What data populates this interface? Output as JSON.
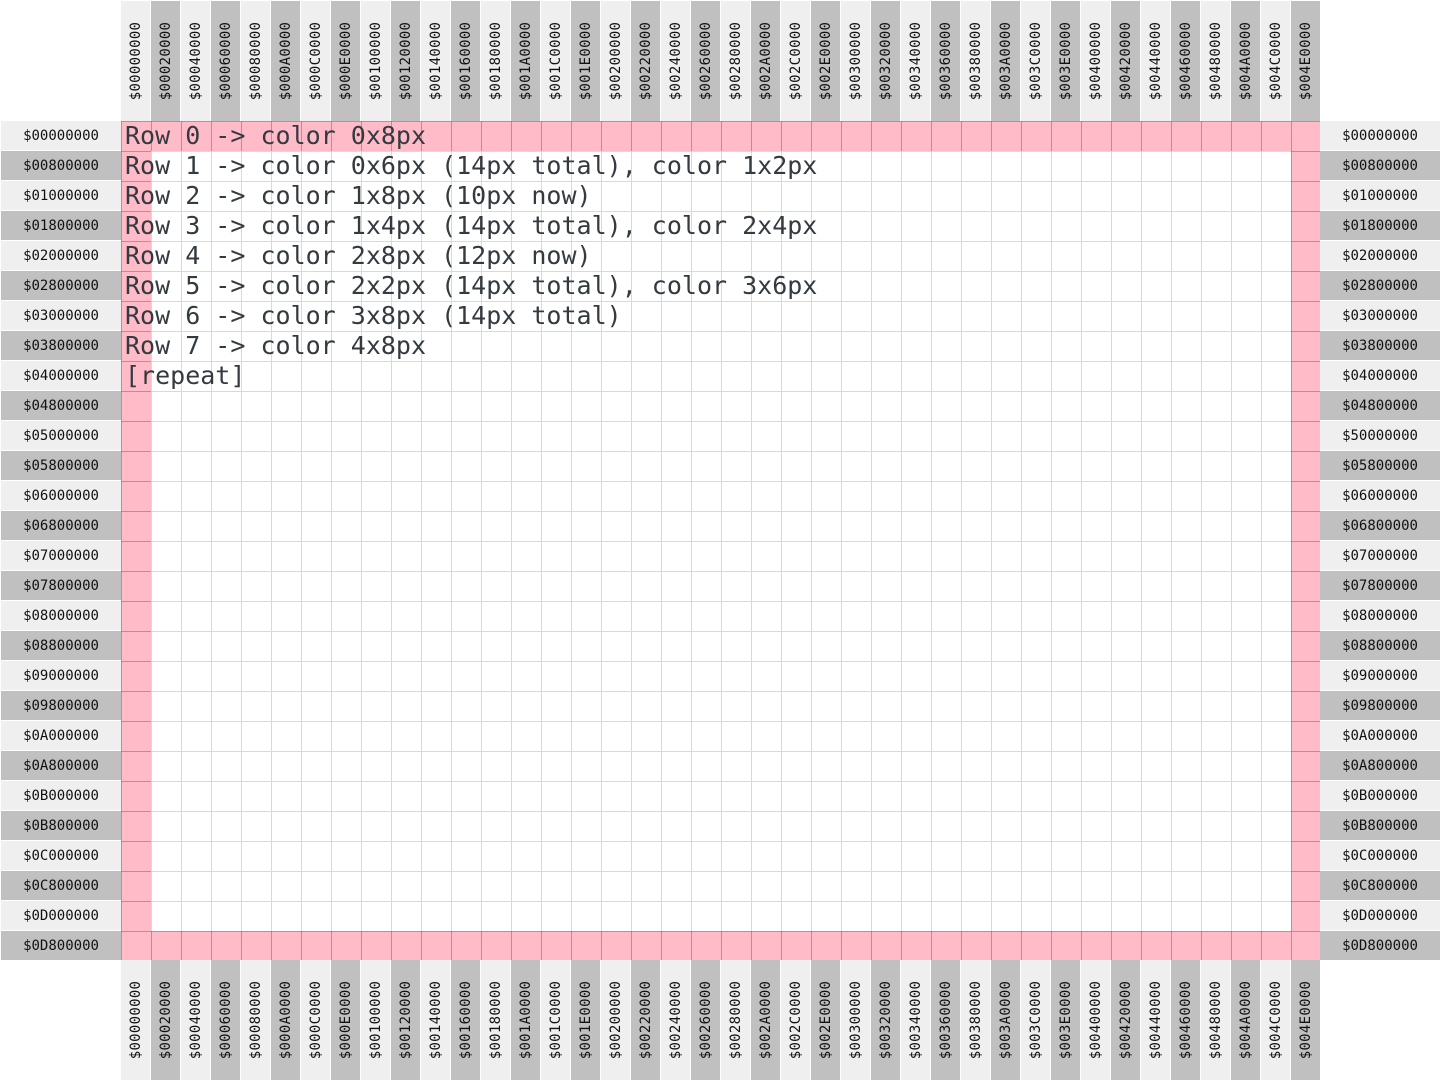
{
  "column_labels": [
    "$00000000",
    "$00020000",
    "$00040000",
    "$00060000",
    "$00080000",
    "$000A0000",
    "$000C0000",
    "$000E0000",
    "$00100000",
    "$00120000",
    "$00140000",
    "$00160000",
    "$00180000",
    "$001A0000",
    "$001C0000",
    "$001E0000",
    "$00200000",
    "$00220000",
    "$00240000",
    "$00260000",
    "$00280000",
    "$002A0000",
    "$002C0000",
    "$002E0000",
    "$00300000",
    "$00320000",
    "$00340000",
    "$00360000",
    "$00380000",
    "$003A0000",
    "$003C0000",
    "$003E0000",
    "$00400000",
    "$00420000",
    "$00440000",
    "$00460000",
    "$00480000",
    "$004A0000",
    "$004C0000",
    "$004E0000"
  ],
  "row_labels_left": [
    "$00000000",
    "$00800000",
    "$01000000",
    "$01800000",
    "$02000000",
    "$02800000",
    "$03000000",
    "$03800000",
    "$04000000",
    "$04800000",
    "$05000000",
    "$05800000",
    "$06000000",
    "$06800000",
    "$07000000",
    "$07800000",
    "$08000000",
    "$08800000",
    "$09000000",
    "$09800000",
    "$0A000000",
    "$0A800000",
    "$0B000000",
    "$0B800000",
    "$0C000000",
    "$0C800000",
    "$0D000000",
    "$0D800000"
  ],
  "row_labels_right": [
    "$00000000",
    "$00800000",
    "$01000000",
    "$01800000",
    "$02000000",
    "$02800000",
    "$03000000",
    "$03800000",
    "$04000000",
    "$04800000",
    "$50000000",
    "$05800000",
    "$06000000",
    "$06800000",
    "$07000000",
    "$07800000",
    "$08000000",
    "$08800000",
    "$09000000",
    "$09800000",
    "$0A000000",
    "$0A800000",
    "$0B000000",
    "$0B800000",
    "$0C000000",
    "$0C800000",
    "$0D000000",
    "$0D800000"
  ],
  "notes": [
    "Row 0 -> color 0x8px",
    "Row 1 -> color 0x6px (14px total), color 1x2px",
    "Row 2 -> color 1x8px (10px now)",
    "Row 3 -> color 1x4px (14px total), color 2x4px",
    "Row 4 -> color 2x8px (12px now)",
    "Row 5 -> color 2x2px (14px total), color 3x6px",
    "Row 6 -> color 3x8px (14px total)",
    "Row 7 -> color 4x8px",
    "[repeat]"
  ],
  "colors": {
    "border_band": "#ffa8b8",
    "label_light": "#efefef",
    "label_dark": "#c0c0c0",
    "grid_line": "#d9d9d9"
  }
}
